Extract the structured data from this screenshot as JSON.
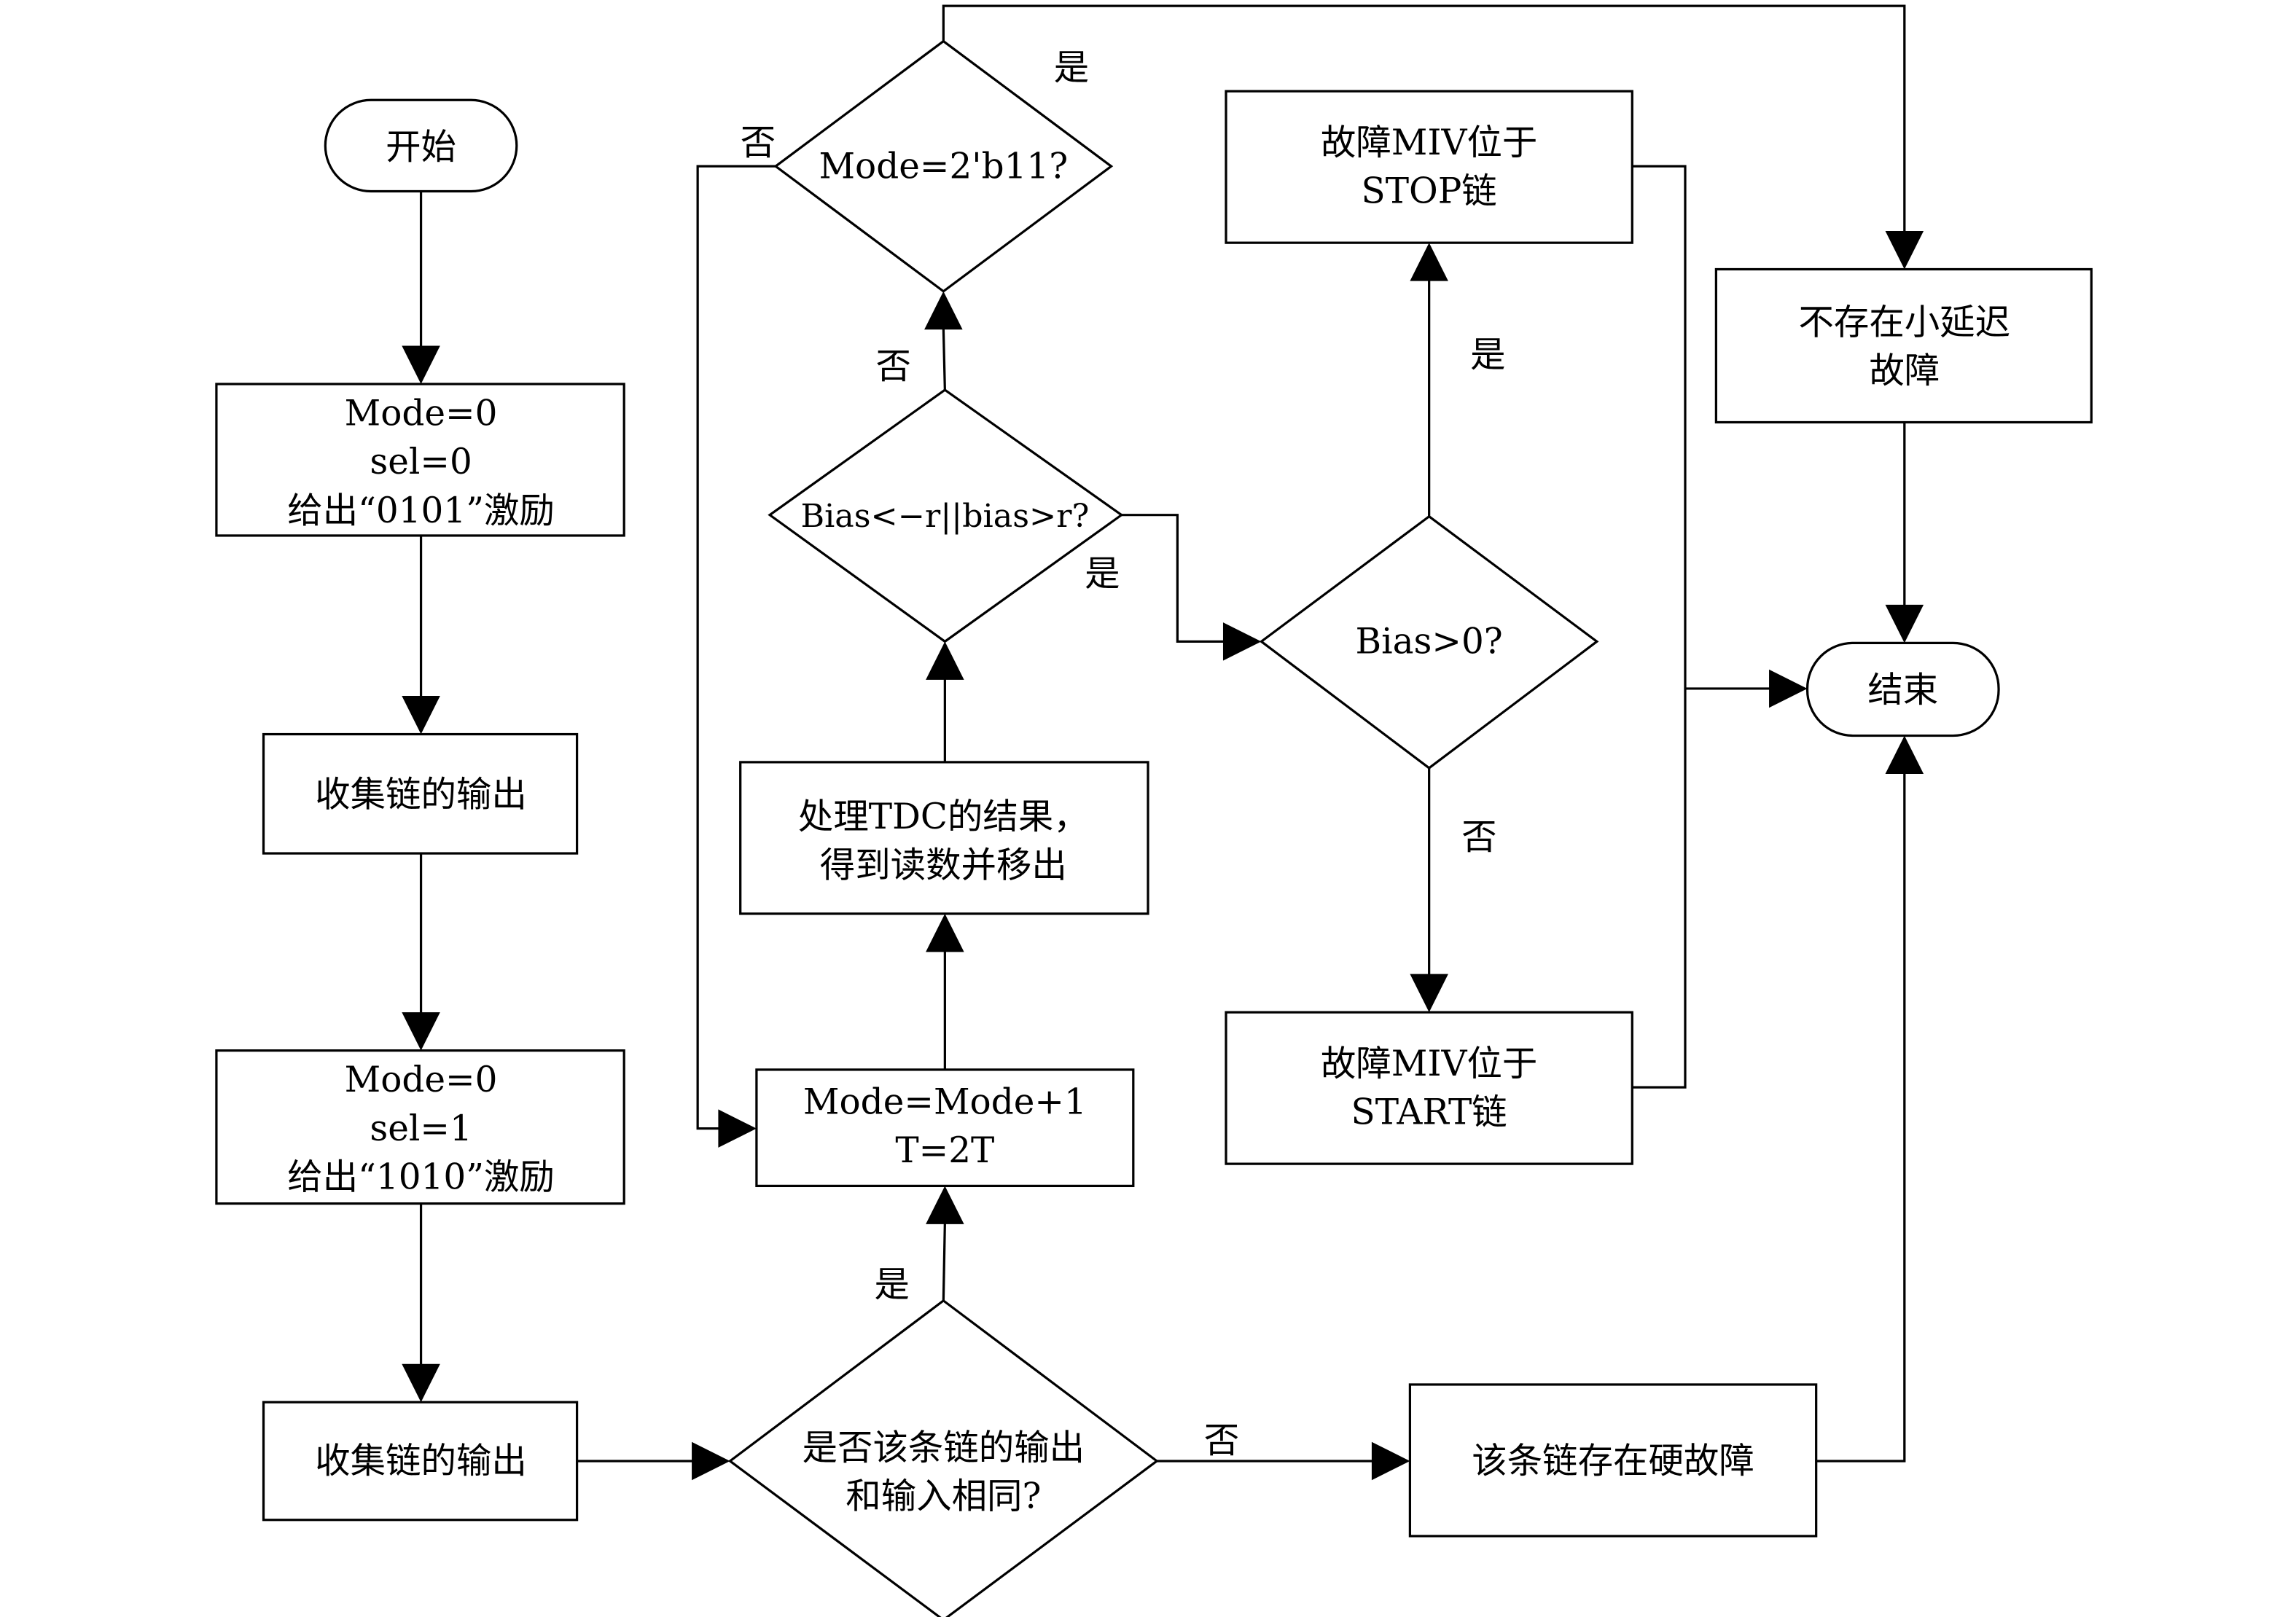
{
  "nodes": {
    "start": {
      "label": "开始"
    },
    "init_sel0": {
      "lines": [
        "Mode=0",
        "sel=0",
        "给出“0101”激励"
      ]
    },
    "collect_1": {
      "label": "收集链的输出"
    },
    "init_sel1": {
      "lines": [
        "Mode=0",
        "sel=1",
        "给出“1010”激励"
      ]
    },
    "collect_2": {
      "label": "收集链的输出"
    },
    "check_same": {
      "lines": [
        "是否该条链的输出",
        "和输入相同?"
      ]
    },
    "hard_fault": {
      "label": "该条链存在硬故障"
    },
    "mode_inc": {
      "lines": [
        "Mode=Mode+1",
        "T=2T"
      ]
    },
    "process_tdc": {
      "lines": [
        "处理TDC的结果，",
        "得到读数并移出"
      ]
    },
    "check_bias_range": {
      "label": "Bias<−r||bias>r?"
    },
    "check_mode": {
      "label": "Mode=2'b11?"
    },
    "check_bias_sign": {
      "label": "Bias>0?"
    },
    "fault_stop": {
      "lines": [
        "故障MIV位于",
        "STOP链"
      ]
    },
    "fault_start": {
      "lines": [
        "故障MIV位于",
        "START链"
      ]
    },
    "no_small_delay": {
      "lines": [
        "不存在小延迟",
        "故障"
      ]
    },
    "end": {
      "label": "结束"
    }
  },
  "edge_labels": {
    "check_same_yes": "是",
    "check_same_no": "否",
    "bias_range_no": "否",
    "bias_range_yes": "是",
    "mode_no": "否",
    "mode_yes": "是",
    "bias_sign_yes": "是",
    "bias_sign_no": "否"
  }
}
